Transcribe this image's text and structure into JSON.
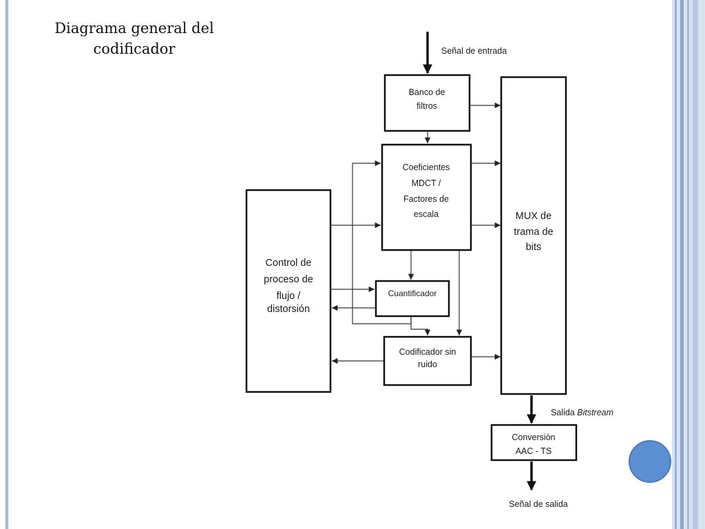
{
  "slide": {
    "title_line1": "Diagrama general del",
    "title_line2": "codificador"
  },
  "diagram": {
    "input_label": "Señal de entrada",
    "blocks": {
      "filter_bank": [
        "Banco de",
        "filtros"
      ],
      "mdct": [
        "Coeficientes",
        "MDCT /",
        "Factores de",
        "escala"
      ],
      "control": [
        "Control de",
        "proceso de",
        "flujo /",
        "distorsión"
      ],
      "quantizer": [
        "Cuantificador"
      ],
      "noiseless_coder": [
        "Codificador sin",
        "ruido"
      ],
      "mux": [
        "MUX de",
        "trama de",
        "bits"
      ],
      "conversion": [
        "Conversión",
        "AAC - TS"
      ]
    },
    "bitstream_label_prefix": "Salida ",
    "bitstream_label_italic": "Bitstream",
    "output_label": "Señal de salida"
  },
  "colors": {
    "accent_dot": "#5b8fd1",
    "frame": "#b4c4de"
  }
}
